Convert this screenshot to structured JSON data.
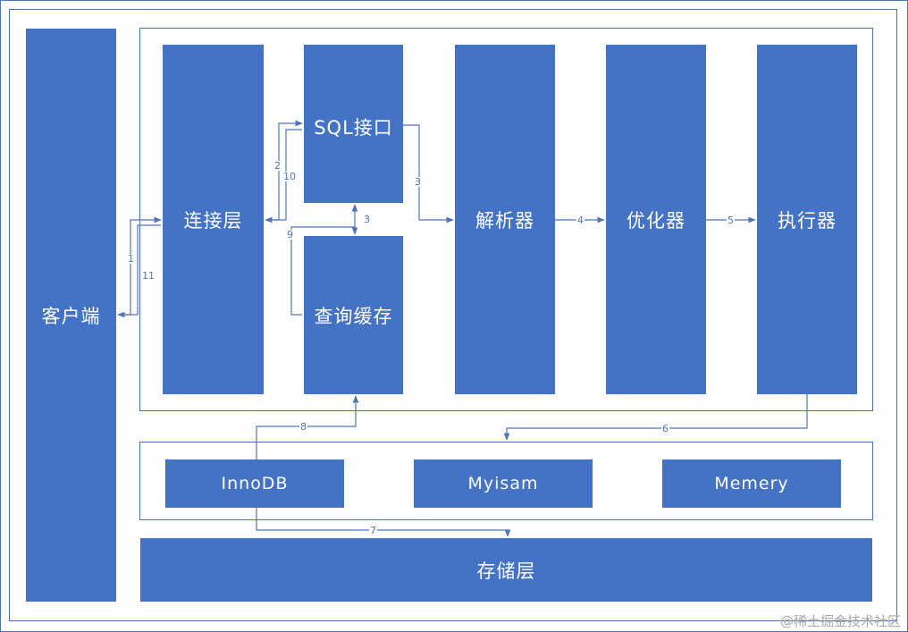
{
  "blocks": {
    "client": "客户端",
    "connection": "连接层",
    "sql_interface": "SQL接口",
    "query_cache": "查询缓存",
    "parser": "解析器",
    "optimizer": "优化器",
    "executor": "执行器",
    "innodb": "InnoDB",
    "myisam": "Myisam",
    "memery": "Memery",
    "storage": "存储层"
  },
  "step_labels": {
    "s1": "1",
    "s11": "11",
    "s2": "2",
    "s10": "10",
    "s3a": "3",
    "s3b": "3",
    "s9": "9",
    "s4": "4",
    "s5": "5",
    "s6": "6",
    "s7": "7",
    "s8": "8"
  },
  "watermark": "@稀土掘金技术社区",
  "colors": {
    "block": "#4472c4",
    "line": "#4f74b6"
  }
}
